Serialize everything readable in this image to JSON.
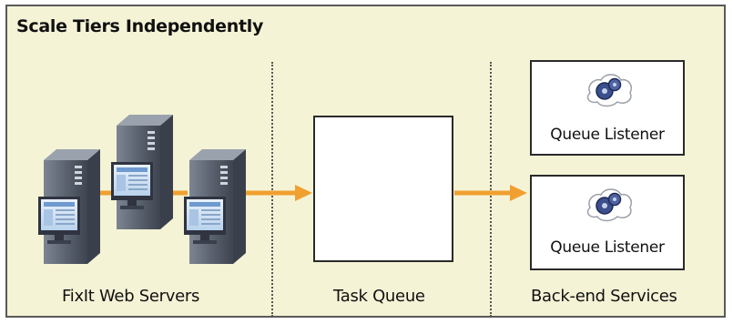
{
  "title": "Scale Tiers Independently",
  "captions": {
    "web_servers": "FixIt Web Servers",
    "task_queue": "Task Queue",
    "backend": "Back-end Services"
  },
  "listeners": [
    {
      "label": "Queue Listener"
    },
    {
      "label": "Queue Listener"
    }
  ],
  "icons": {
    "server": "server-with-monitor-icon",
    "gears": "gears-cloud-icon"
  },
  "colors": {
    "background": "#f5f3d6",
    "arrow": "#f0a030",
    "server_body": "#5b6370",
    "border": "#2a2a2a"
  }
}
